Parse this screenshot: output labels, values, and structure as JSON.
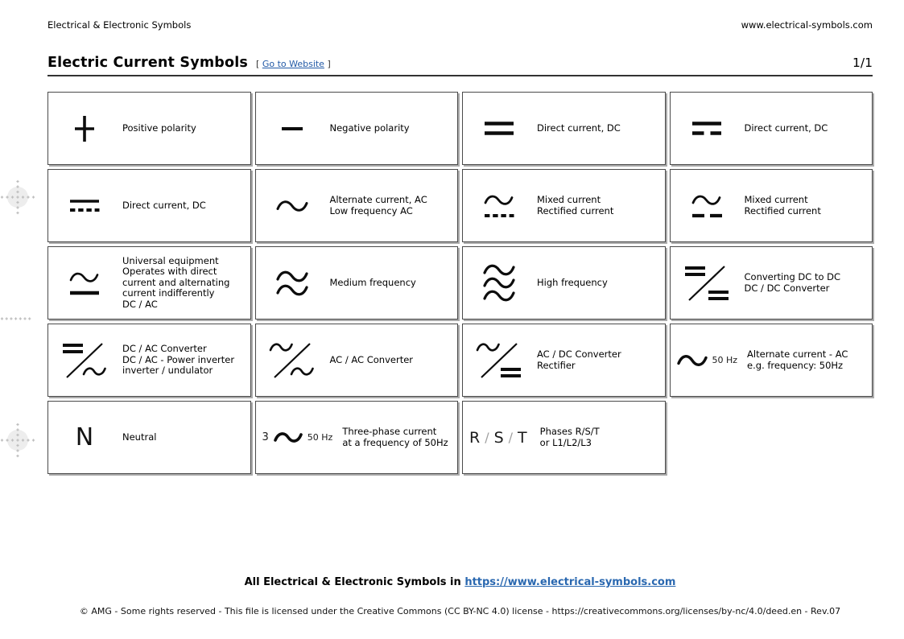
{
  "header": {
    "doc_type": "Electrical & Electronic Symbols",
    "website": "www.electrical-symbols.com",
    "title": "Electric Current Symbols",
    "link_open": "[",
    "link_label": "Go to Website",
    "link_close": "]",
    "page_number": "1/1"
  },
  "cells": [
    {
      "icon": "plus-icon",
      "label": "Positive polarity"
    },
    {
      "icon": "minus-icon",
      "label": "Negative polarity"
    },
    {
      "icon": "dc-two-lines-icon",
      "label": "Direct current, DC"
    },
    {
      "icon": "dc-line-dash-icon",
      "label": "Direct current, DC"
    },
    {
      "icon": "dc-line-dot-icon",
      "label": "Direct current, DC"
    },
    {
      "icon": "sine-icon",
      "label": "Alternate current, AC\nLow frequency AC"
    },
    {
      "icon": "sine-over-dots-icon",
      "label": "Mixed current\nRectified current"
    },
    {
      "icon": "sine-over-dash-icon",
      "label": "Mixed current\nRectified current"
    },
    {
      "icon": "sine-over-line-icon",
      "label": "Universal equipment\nOperates with direct\ncurrent and alternating\ncurrent indifferently\nDC / AC"
    },
    {
      "icon": "double-sine-icon",
      "label": "Medium frequency"
    },
    {
      "icon": "triple-sine-icon",
      "label": "High frequency"
    },
    {
      "icon": "dc-dc-converter-icon",
      "label": "Converting DC to DC\nDC / DC Converter"
    },
    {
      "icon": "dc-ac-converter-icon",
      "label": "DC / AC Converter\nDC / AC - Power inverter\ninverter / undulator"
    },
    {
      "icon": "ac-ac-converter-icon",
      "label": "AC / AC Converter"
    },
    {
      "icon": "ac-dc-converter-icon",
      "label": "AC / DC Converter\nRectifier"
    },
    {
      "icon": "sine-50hz-icon",
      "freq": "50 Hz",
      "label": "Alternate current - AC\ne.g. frequency: 50Hz"
    },
    {
      "icon": "neutral-letter",
      "letter": "N",
      "label": "Neutral"
    },
    {
      "icon": "three-phase-icon",
      "prefix": "3",
      "freq": "50 Hz",
      "label": "Three-phase current\nat a frequency of 50Hz"
    },
    {
      "icon": "phases-rst",
      "r": "R",
      "s": "S",
      "t": "T",
      "sep": "/",
      "label": "Phases R/S/T\nor L1/L2/L3"
    }
  ],
  "footer": {
    "text": "All Electrical & Electronic Symbols in",
    "link": "https://www.electrical-symbols.com",
    "copyright": "© AMG - Some rights reserved - This file is licensed under the Creative Commons (CC BY-NC 4.0) license - https://creativecommons.org/licenses/by-nc/4.0/deed.en - Rev.07"
  },
  "colors": {
    "link_blue": "#2159a6",
    "footer_link_blue": "#2a68b0",
    "cell_border": "#4a4a4a",
    "cell_shadow": "#ababab",
    "symbol_black": "#0d0d0d",
    "regmark_gray": "#bdbdbd"
  }
}
